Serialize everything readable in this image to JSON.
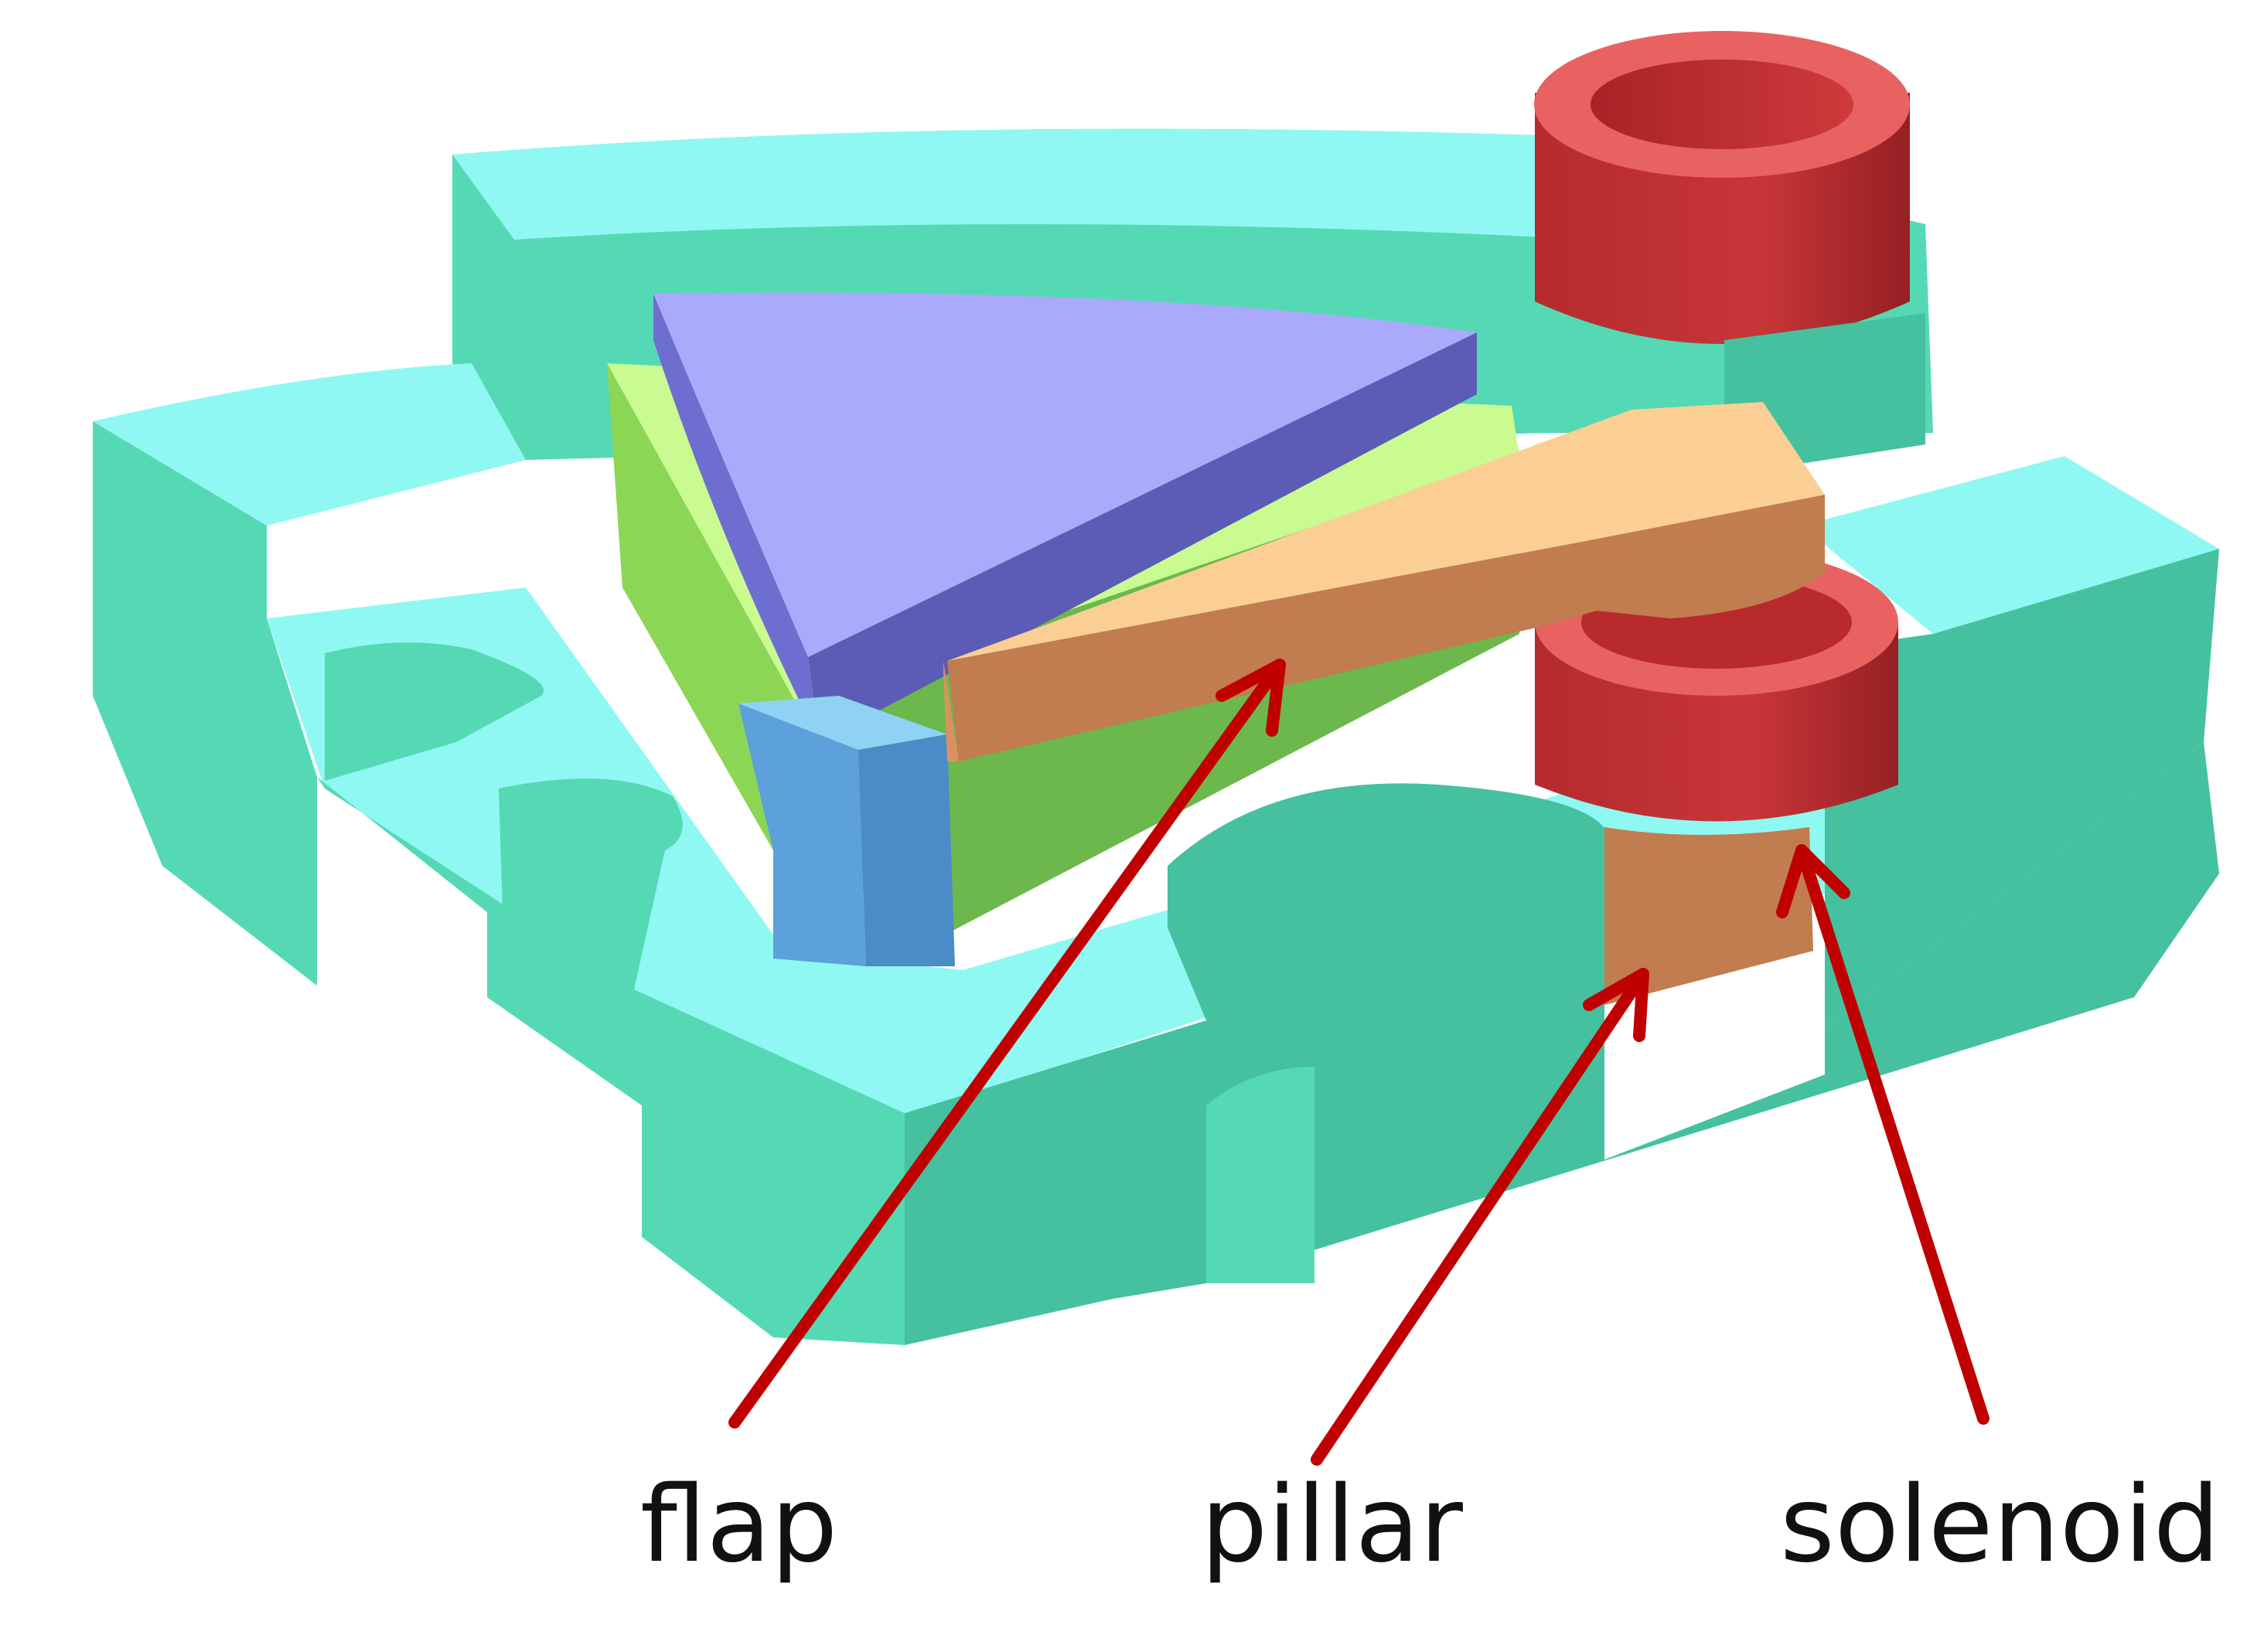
{
  "labels": {
    "flap": "flap",
    "pillar": "pillar",
    "solenoid": "solenoid"
  },
  "colors": {
    "base_top": "#8ff8f2",
    "base_side": "#55d9b5",
    "base_dark": "#45c19f",
    "wedge_green_light": "#c9fb91",
    "wedge_green": "#8bd655",
    "wedge_green_dark": "#6cb84c",
    "sector_top": "#aaaafc",
    "sector_side": "#5c5cb6",
    "flap_top": "#fbcf93",
    "flap_side": "#c17c4f",
    "solenoid_red": "#c43434",
    "solenoid_dark": "#9e2426",
    "solenoid_inner": "#e86262",
    "support_blue": "#5ca0dc",
    "arrow": "#c00000"
  }
}
